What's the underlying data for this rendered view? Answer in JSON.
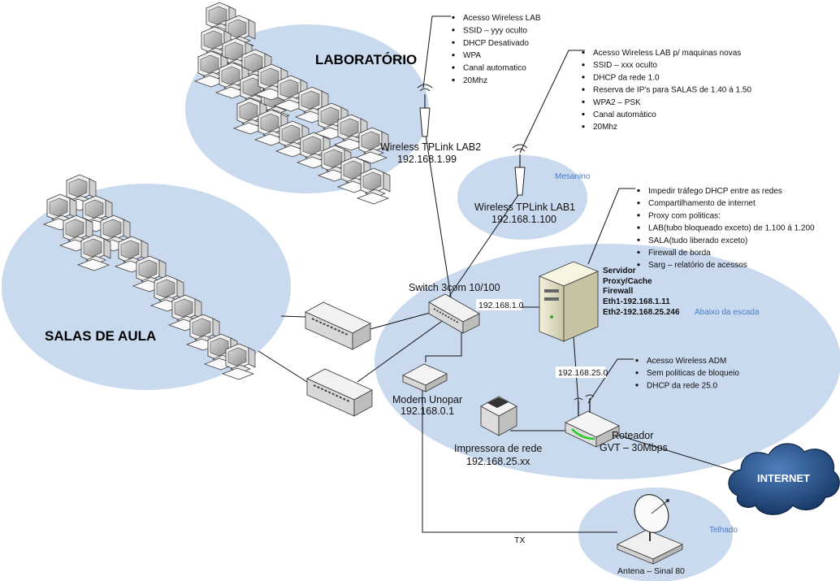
{
  "zones": {
    "lab": "LABORATÓRIO",
    "salas": "SALAS DE AULA",
    "mesanino": "Mesanino",
    "escada": "Abaixo da escada",
    "telhado": "Telhado",
    "internet": "INTERNET"
  },
  "devices": {
    "lab2": {
      "name": "Wireless TPLink LAB2",
      "ip": "192.168.1.99"
    },
    "lab1": {
      "name": "Wireless TPLink LAB1",
      "ip": "192.168.1.100"
    },
    "switch": {
      "name": "Switch 3com 10/100"
    },
    "modem": {
      "name": "Modem Unopar",
      "ip": "192.168.0.1"
    },
    "printer": {
      "name": "Impressora de rede",
      "ip": "192.168.25.xx"
    },
    "router": {
      "name": "Roteador",
      "detail": "GVT – 30Mbps"
    },
    "antenna": {
      "name": "Antena – Sinal 80"
    },
    "server": {
      "lines": [
        "Servidor",
        "Proxy/Cache",
        "Firewall",
        "Eth1-192.168.1.11",
        "Eth2-192.168.25.246"
      ]
    }
  },
  "link_labels": {
    "server_switch": "192.168.1.0",
    "server_router": "192.168.25.0",
    "tx": "TX"
  },
  "notes": {
    "lab2": [
      "Acesso Wireless LAB",
      "SSID – yyy oculto",
      "DHCP Desativado",
      "WPA",
      "Canal automatico",
      "20Mhz"
    ],
    "lab1": [
      "Acesso Wireless LAB p/ maquinas novas",
      "SSID – xxx oculto",
      "DHCP da rede 1.0",
      "Reserva de IP’s para SALAS de 1.40 á 1.50",
      "WPA2 – PSK",
      "Canal automático",
      "20Mhz"
    ],
    "server": [
      "Impedir tráfego DHCP entre as redes",
      "Compartilhamento de internet",
      "Proxy com politicas:",
      "LAB(tubo bloqueado exceto) de 1.100 á 1.200",
      "SALA(tudo liberado exceto)",
      "Firewall de borda",
      "Sarg – relatório de acessos"
    ],
    "router": [
      "Acesso Wireless ADM",
      "Sem politicas de bloqueio",
      "DHCP da rede 25.0"
    ]
  },
  "colors": {
    "zone_fill": "#c9d9ee",
    "zone_tag": "#4a7cc4",
    "cloud": "#1f4e8c"
  }
}
